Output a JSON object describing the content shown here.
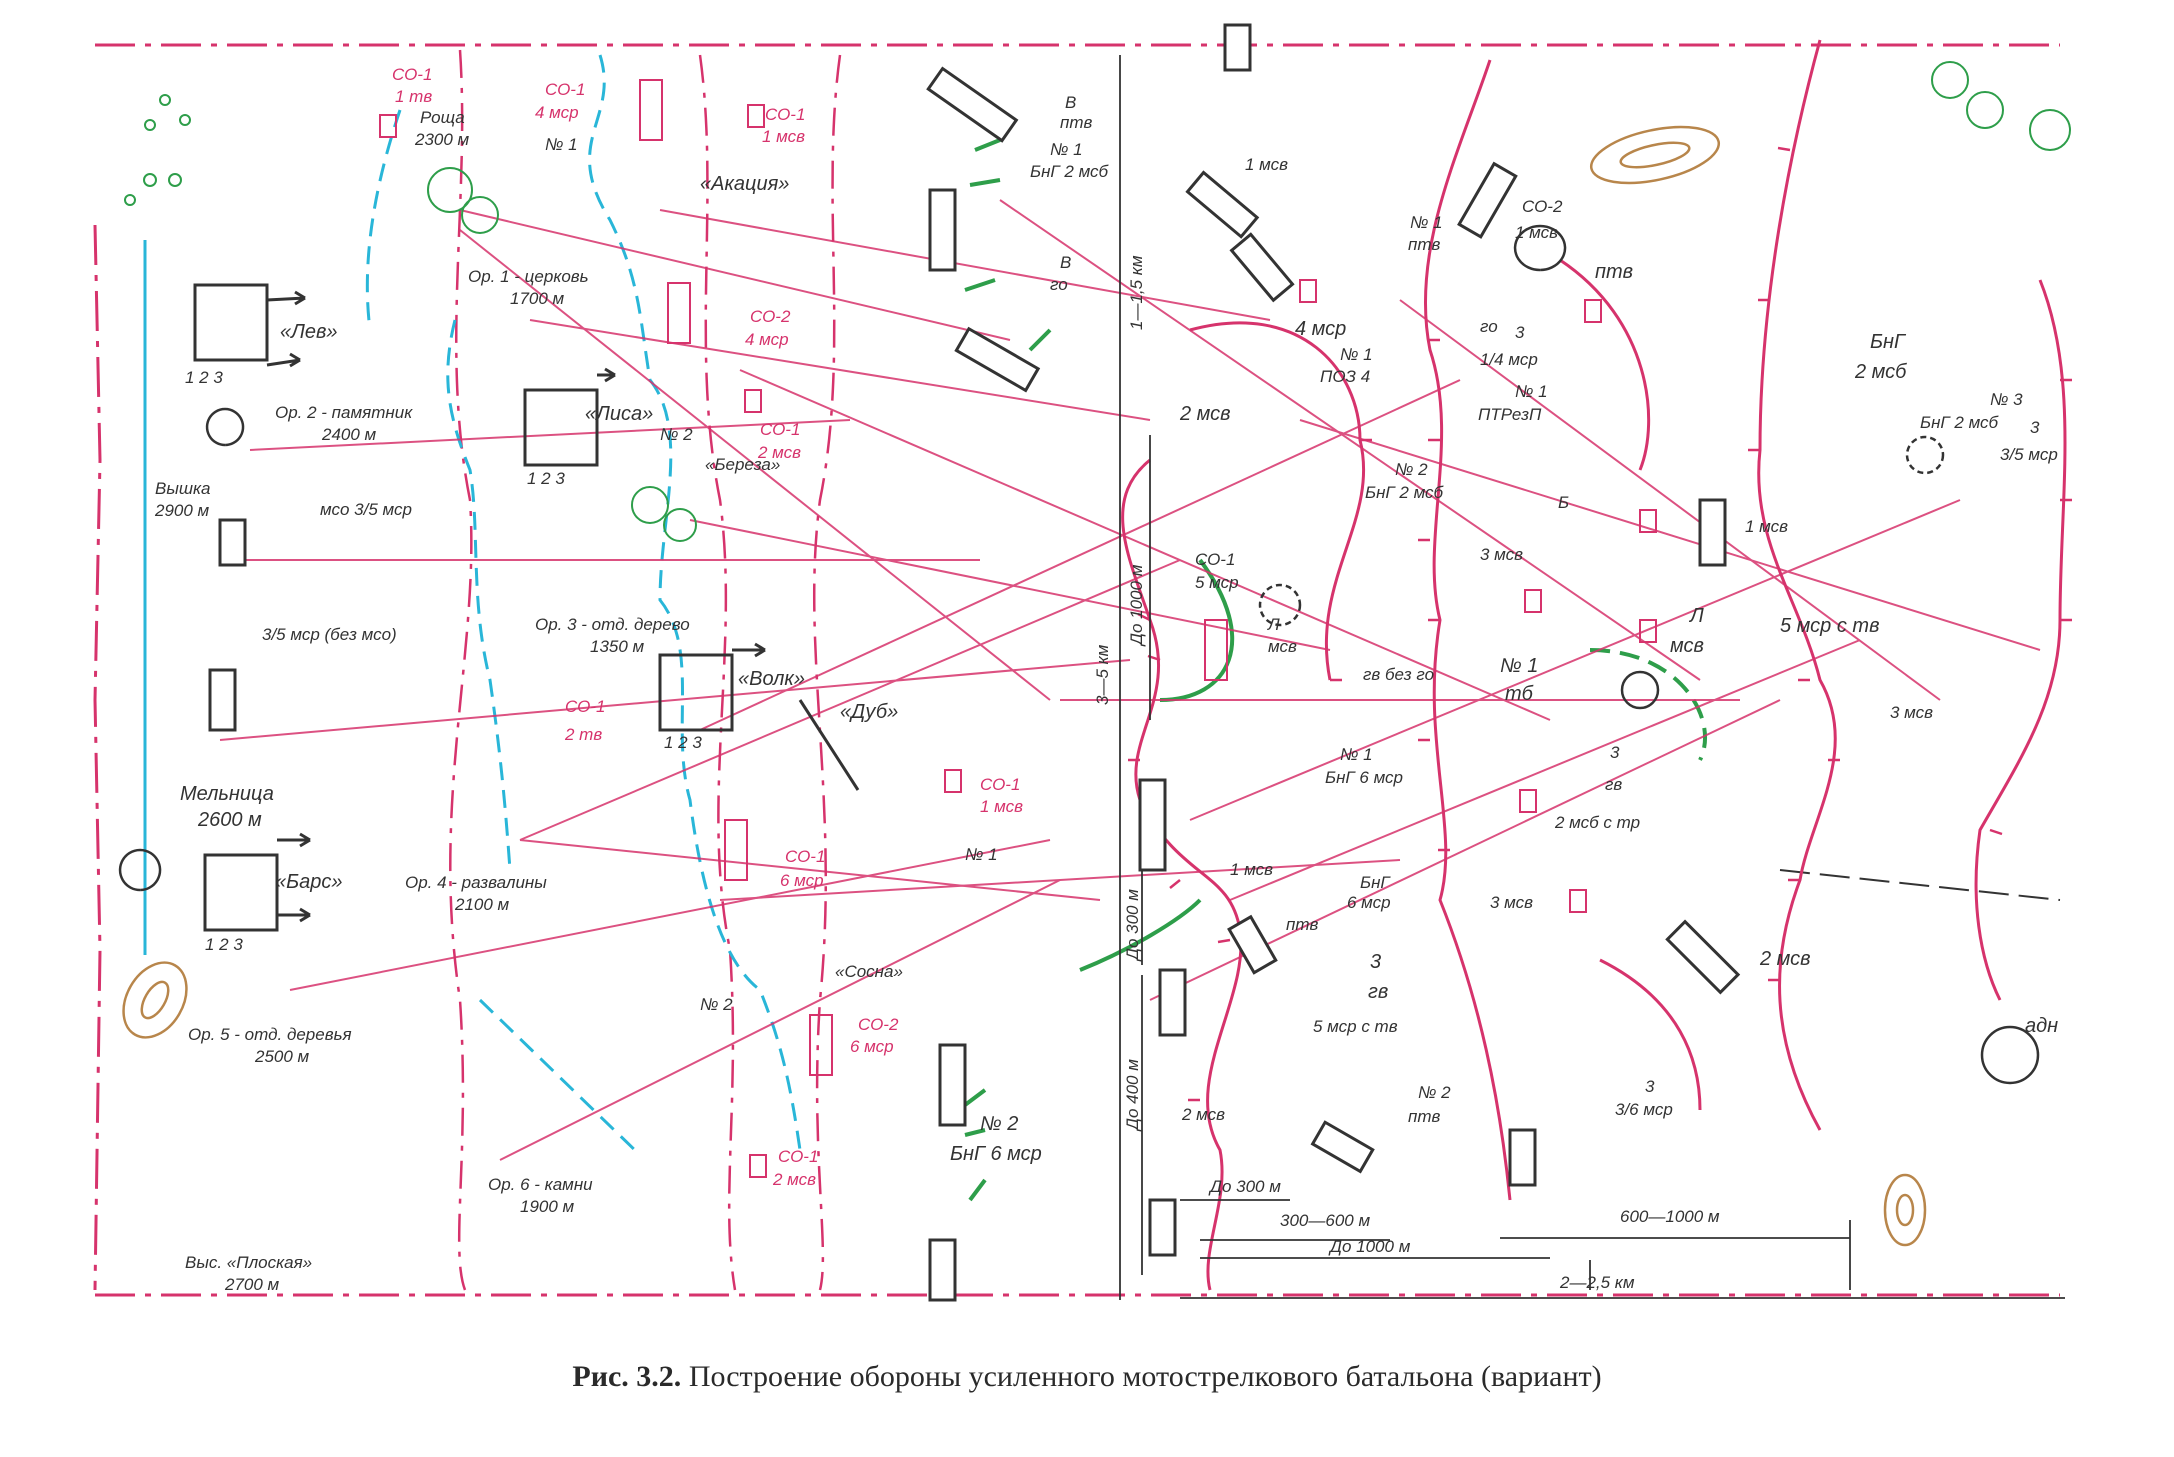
{
  "caption": {
    "fig_no": "Рис. 3.2.",
    "text": "Построение обороны усиленного мотострелкового батальона (вариант)"
  },
  "colors": {
    "red": "#d6336c",
    "cyan": "#29b6d8",
    "green": "#2e9e4a",
    "dark": "#333333",
    "brown": "#b8864b"
  },
  "landmarks": {
    "roshcha": [
      "Роща",
      "2300 м"
    ],
    "or1": [
      "Ор. 1 - церковь",
      "1700 м"
    ],
    "or2": [
      "Ор. 2 - памятник",
      "2400 м"
    ],
    "vyshka": [
      "Вышка",
      "2900 м"
    ],
    "or3": [
      "Ор. 3 - отд. дерево",
      "1350 м"
    ],
    "melnitsa": [
      "Мельница",
      "2600 м"
    ],
    "or4": [
      "Ор. 4 - развалины",
      "2100 м"
    ],
    "or5": [
      "Ор. 5 - отд. деревья",
      "2500 м"
    ],
    "or6": [
      "Ор. 6 - камни",
      "1900 м"
    ],
    "plosk": [
      "Выс. «Плоская»",
      "2700 м"
    ]
  },
  "enemy": {
    "lev": "«Лев»",
    "lisa": "«Лиса»",
    "volk": "«Волк»",
    "bars": "«Барс»",
    "nums": "1 2 3",
    "nums_small": "1 2 3"
  },
  "positions": {
    "akatsiya": "«Акация»",
    "bereza": "«Береза»",
    "dub": "«Дуб»",
    "sosna": "«Сосна»"
  },
  "units": {
    "so1_1tv": [
      "СО-1",
      "1 тв"
    ],
    "so1_4msr": [
      "СО-1",
      "4 мср"
    ],
    "no1_a": "№ 1",
    "so1_1mse": [
      "СО-1",
      "1 мсв"
    ],
    "so2_4msr": [
      "СО-2",
      "4 мср"
    ],
    "so1_2mse": [
      "СО-1",
      "2 мсв"
    ],
    "no2_a": "№ 2",
    "mso": "мсо 3/5 мср",
    "msr35": "3/5 мср (без мсо)",
    "so1_2tv": [
      "СО-1",
      "2 тв"
    ],
    "so1_1mse_b": [
      "СО-1",
      "1 мсв"
    ],
    "so1_6msr": [
      "СО-1",
      "6 мср"
    ],
    "no1_b": "№ 1",
    "no2_b": "№ 2",
    "so2_6msr": [
      "СО-2",
      "6 мср"
    ],
    "so1_2mse_b": [
      "СО-1",
      "2 мсв"
    ],
    "v_pte": [
      "В",
      "птв"
    ],
    "bng2_no1": [
      "№ 1",
      "БнГ 2 мсб"
    ],
    "v_go": [
      "В",
      "го"
    ],
    "mse1_a": "1 мсв",
    "no1_pte": [
      "№ 1",
      "птв"
    ],
    "so2_1mse": [
      "СО-2",
      "1 мсв"
    ],
    "pte": "птв",
    "msr4": "4 мср",
    "poz4": [
      "№ 1",
      "ПОЗ 4"
    ],
    "go": "го",
    "msr14": [
      "3",
      "1/4 мср"
    ],
    "ptrezp": [
      "№ 1",
      "ПТРезП"
    ],
    "mse2_a": "2 мсв",
    "bng2_no2": [
      "№ 2",
      "БнГ 2 мсб"
    ],
    "b_mark": "Б",
    "mse3_a": "3 мсв",
    "so1_5msr": [
      "СО-1",
      "5 мср"
    ],
    "l_mse_a": [
      "Л",
      "мсв"
    ],
    "gv_bez_go": "гв без го",
    "l_mse_b": [
      "Л",
      "мсв"
    ],
    "no1_tb": [
      "№ 1",
      "тб"
    ],
    "gv3_a": [
      "3",
      "гв"
    ],
    "bng6_no1": [
      "№ 1",
      "БнГ 6 мср"
    ],
    "msb2": "2 мсб с тр",
    "bng6_box": [
      "БнГ",
      "6 мср"
    ],
    "mse1_b": "1 мсв",
    "pte_b": "птв",
    "gv3_b": [
      "3",
      "гв"
    ],
    "mse3_b": "3 мсв",
    "msr5_tv": "5 мср с тв",
    "mse2_b": "2 мсв",
    "no2_pte": [
      "№ 2",
      "птв"
    ],
    "bng6_no2": [
      "№ 2",
      "БнГ 6 мср"
    ],
    "bng_2msb": [
      "БнГ",
      "2 мсб"
    ],
    "bng2_no3": [
      "№ 3",
      "БнГ 2 мсб"
    ],
    "msr35_r": [
      "3",
      "3/5 мср"
    ],
    "mse1_c": "1 мсв",
    "msr5tv_r": "5 мср с тв",
    "mse3_c": "3 мсв",
    "mse2_c": "2 мсв",
    "msr36": [
      "3",
      "3/6 мср"
    ],
    "adn": "адн"
  },
  "dims": {
    "km1_15": "1—1,5 км",
    "do1000": "До 1000 м",
    "km3_5": "3—5 км",
    "do300v": "До 300 м",
    "do400": "До 400 м",
    "do300h": "До 300 м",
    "m300_600": "300—600 м",
    "do1000h": "До 1000 м",
    "m600_1000": "600—1000 м",
    "km2_25": "2—2,5 км"
  }
}
